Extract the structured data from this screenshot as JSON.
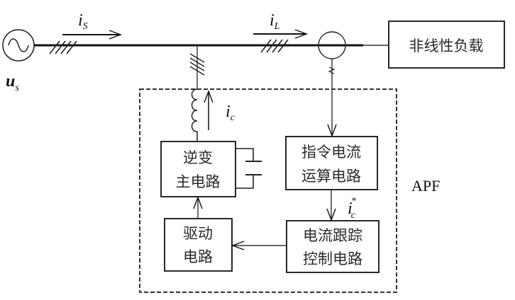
{
  "diagram": {
    "title": "APF system diagram",
    "source": {
      "symbol": "u",
      "subscript": "s"
    },
    "currents": {
      "source": {
        "symbol": "i",
        "subscript": "S"
      },
      "load": {
        "symbol": "i",
        "subscript": "L"
      },
      "compensation": {
        "symbol": "i",
        "subscript": "c"
      },
      "reference": {
        "symbol": "i",
        "subscript": "c",
        "superscript": "*"
      }
    },
    "load_box": {
      "label": "非线性负载"
    },
    "apf_label": "APF",
    "blocks": {
      "inverter": {
        "line1": "逆变",
        "line2": "主电路"
      },
      "command": {
        "line1": "指令电流",
        "line2": "运算电路"
      },
      "drive": {
        "line1": "驱动",
        "line2": "电路"
      },
      "tracking": {
        "line1": "电流跟踪",
        "line2": "控制电路"
      }
    },
    "colors": {
      "line": "#111111",
      "text": "#2a2a2a",
      "background": "#ffffff"
    }
  }
}
